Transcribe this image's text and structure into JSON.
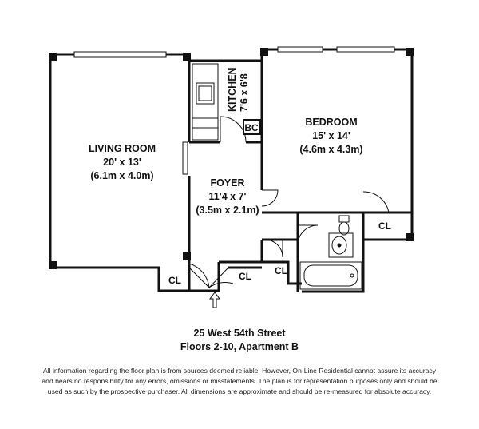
{
  "rooms": {
    "living_room": {
      "name": "LIVING ROOM",
      "dims_ft": "20' x 13'",
      "dims_m": "(6.1m x 4.0m)"
    },
    "kitchen": {
      "name": "KITCHEN",
      "dims_ft": "7'6 x 6'8"
    },
    "bedroom": {
      "name": "BEDROOM",
      "dims_ft": "15' x 14'",
      "dims_m": "(4.6m x 4.3m)"
    },
    "foyer": {
      "name": "FOYER",
      "dims_ft": "11'4 x 7'",
      "dims_m": "(3.5m x 2.1m)"
    },
    "broom_closet": "BC",
    "closets": [
      "CL",
      "CL",
      "CL",
      "CL"
    ]
  },
  "address": {
    "street": "25 West 54th Street",
    "unit": "Floors 2-10, Apartment B"
  },
  "disclaimer": [
    "All information regarding the floor plan is from sources deemed reliable.  However, On-Line Residential cannot assure its accuracy",
    "and bears no responsibility for any errors, omissions or misstatements.  The plan is for representation purposes only and should be",
    "used as such by the prospective purchaser.  All dimensions are approximate and should be re-measured for absolute accuracy."
  ],
  "icons": [
    "entrance-arrow-icon",
    "sink-icon",
    "toilet-icon",
    "bathtub-icon",
    "door-swing-icon",
    "window-icon",
    "column-icon"
  ]
}
